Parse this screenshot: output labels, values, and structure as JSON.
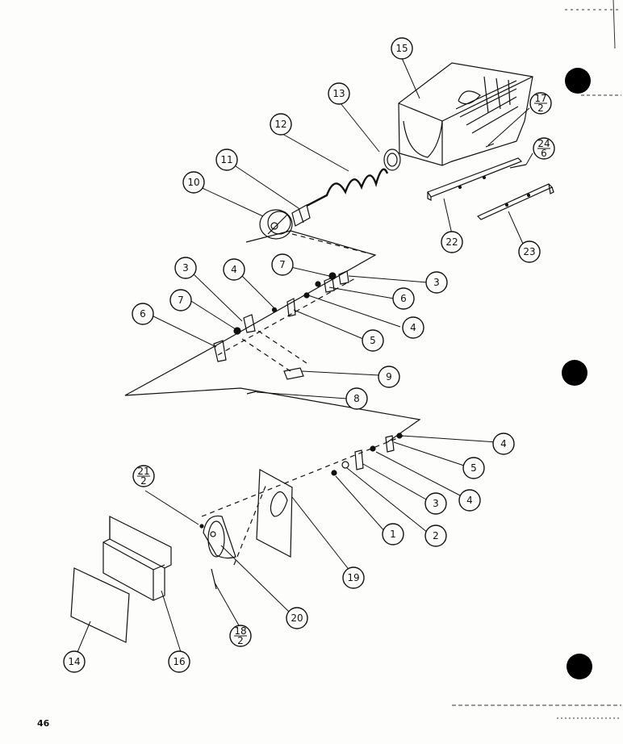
{
  "page_number": "46",
  "colors": {
    "ink": "#111111",
    "paper": "#fdfdfb",
    "hole": "#000000"
  },
  "callouts": [
    {
      "id": "c15",
      "label": "15"
    },
    {
      "id": "c13",
      "label": "13"
    },
    {
      "id": "c12",
      "label": "12"
    },
    {
      "id": "c11",
      "label": "11"
    },
    {
      "id": "c10",
      "label": "10"
    },
    {
      "id": "c17",
      "num": "17",
      "den": "2"
    },
    {
      "id": "c24",
      "num": "24",
      "den": "6"
    },
    {
      "id": "c22",
      "label": "22"
    },
    {
      "id": "c23",
      "label": "23"
    },
    {
      "id": "c3a",
      "label": "3"
    },
    {
      "id": "c4a",
      "label": "4"
    },
    {
      "id": "c7a",
      "label": "7"
    },
    {
      "id": "c3b",
      "label": "3"
    },
    {
      "id": "c7b",
      "label": "7"
    },
    {
      "id": "c6a",
      "label": "6"
    },
    {
      "id": "c6b",
      "label": "6"
    },
    {
      "id": "c4b",
      "label": "4"
    },
    {
      "id": "c5a",
      "label": "5"
    },
    {
      "id": "c9",
      "label": "9"
    },
    {
      "id": "c8",
      "label": "8"
    },
    {
      "id": "c4c",
      "label": "4"
    },
    {
      "id": "c5b",
      "label": "5"
    },
    {
      "id": "c21",
      "num": "21",
      "den": "2"
    },
    {
      "id": "c3c",
      "label": "3"
    },
    {
      "id": "c4d",
      "label": "4"
    },
    {
      "id": "c1",
      "label": "1"
    },
    {
      "id": "c2",
      "label": "2"
    },
    {
      "id": "c19",
      "label": "19"
    },
    {
      "id": "c20",
      "label": "20"
    },
    {
      "id": "c18",
      "num": "18",
      "den": "2"
    },
    {
      "id": "c14",
      "label": "14"
    },
    {
      "id": "c16",
      "label": "16"
    }
  ]
}
